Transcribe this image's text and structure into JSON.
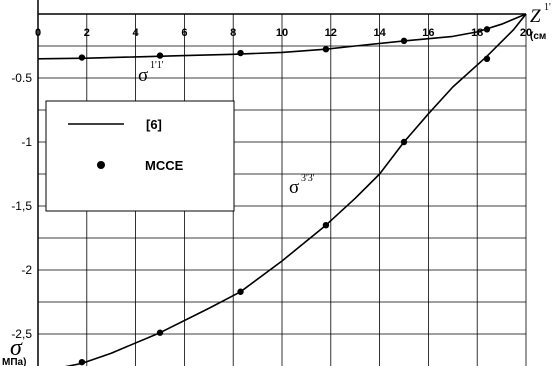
{
  "chart_data": {
    "type": "line",
    "title": "",
    "xlabel": {
      "main": "Z",
      "superscript": "1'",
      "unit": "(см"
    },
    "ylabel": {
      "main": "σ",
      "unit": "МПа)"
    },
    "xlim": [
      0,
      20
    ],
    "ylim": [
      -2.75,
      0
    ],
    "x_ticks": [
      "0",
      "2",
      "4",
      "6",
      "8",
      "10",
      "12",
      "14",
      "16",
      "18",
      "20"
    ],
    "y_ticks": [
      "-0.5",
      "-1",
      "-1,5",
      "-2",
      "-2,5"
    ],
    "grid": true,
    "legend": {
      "position": "top-left",
      "entries": [
        {
          "label": "[6]",
          "marker": "line"
        },
        {
          "label": "MCCE",
          "marker": "dot"
        }
      ]
    },
    "series": [
      {
        "name": "[6]",
        "curve": "σ11",
        "style": "line",
        "x": [
          0,
          2,
          4,
          6,
          8,
          10,
          11.8,
          13,
          15,
          17,
          18,
          19,
          20
        ],
        "y": [
          -0.35,
          -0.345,
          -0.335,
          -0.325,
          -0.315,
          -0.3,
          -0.275,
          -0.25,
          -0.21,
          -0.175,
          -0.14,
          -0.08,
          0
        ]
      },
      {
        "name": "MCCE",
        "curve": "σ11",
        "style": "dots",
        "x": [
          1.8,
          5.0,
          8.3,
          11.8,
          15.0,
          18.4
        ],
        "y": [
          -0.34,
          -0.325,
          -0.305,
          -0.275,
          -0.21,
          -0.12
        ]
      },
      {
        "name": "[6]",
        "curve": "σ33",
        "style": "line",
        "x": [
          0,
          1,
          1.8,
          3,
          5,
          7,
          8.3,
          10,
          11.8,
          13,
          14,
          15,
          16,
          17,
          18.4,
          19.5,
          20
        ],
        "y": [
          -2.78,
          -2.76,
          -2.73,
          -2.65,
          -2.49,
          -2.3,
          -2.17,
          -1.93,
          -1.65,
          -1.44,
          -1.25,
          -1.0,
          -0.78,
          -0.57,
          -0.33,
          -0.12,
          0
        ]
      },
      {
        "name": "MCCE",
        "curve": "σ33",
        "style": "dots",
        "x": [
          1.8,
          5.0,
          8.3,
          11.8,
          15.0,
          18.4
        ],
        "y": [
          -2.72,
          -2.49,
          -2.17,
          -1.65,
          -1.0,
          -0.35
        ]
      }
    ],
    "annotations": [
      {
        "main": "σ",
        "superscript": "1'1'"
      },
      {
        "main": "σ",
        "superscript": "3'3'"
      }
    ]
  }
}
